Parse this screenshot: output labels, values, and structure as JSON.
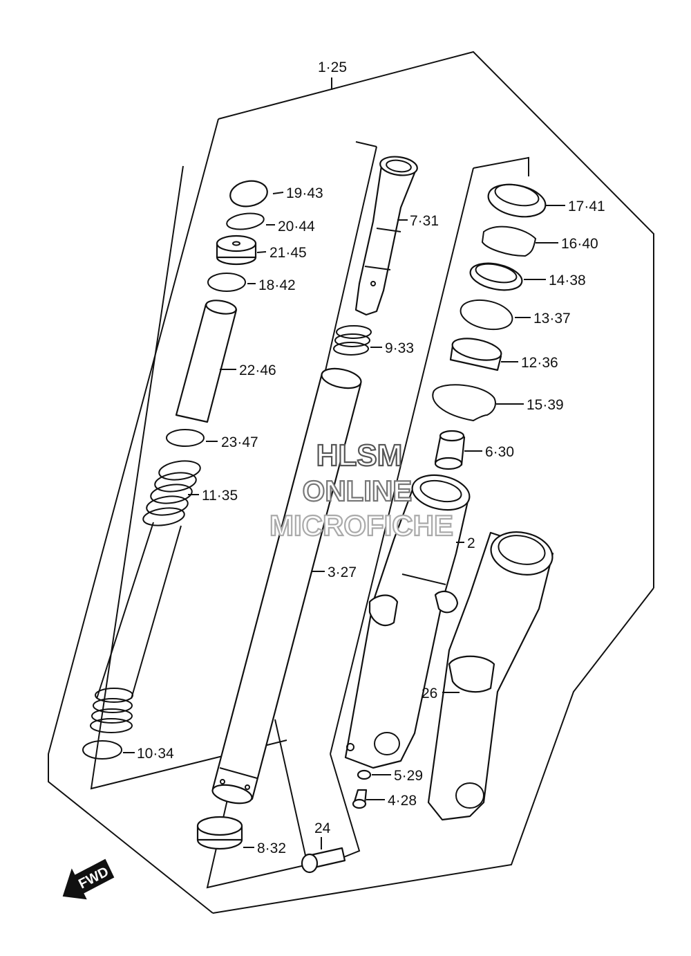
{
  "labels": {
    "assembly": "1·25",
    "p19": "19·43",
    "p20": "20·44",
    "p21": "21·45",
    "p18": "18·42",
    "p22": "22·46",
    "p23": "23·47",
    "p11": "11·35",
    "p10": "10·34",
    "p7": "7·31",
    "p9": "9·33",
    "p3": "3·27",
    "p8": "8·32",
    "p24": "24",
    "p17": "17·41",
    "p16": "16·40",
    "p14": "14·38",
    "p13": "13·37",
    "p12": "12·36",
    "p15": "15·39",
    "p6": "6·30",
    "p2": "2",
    "p26": "26",
    "p5": "5·29",
    "p4": "4·28"
  },
  "watermark": {
    "line1": "HLSM",
    "line2": "ONLINE",
    "line3": "MICROFICHE"
  },
  "fwd_arrow": {
    "text": "FWD"
  },
  "colors": {
    "line": "#111111",
    "background": "#ffffff",
    "watermark_stroke": "#555555"
  }
}
